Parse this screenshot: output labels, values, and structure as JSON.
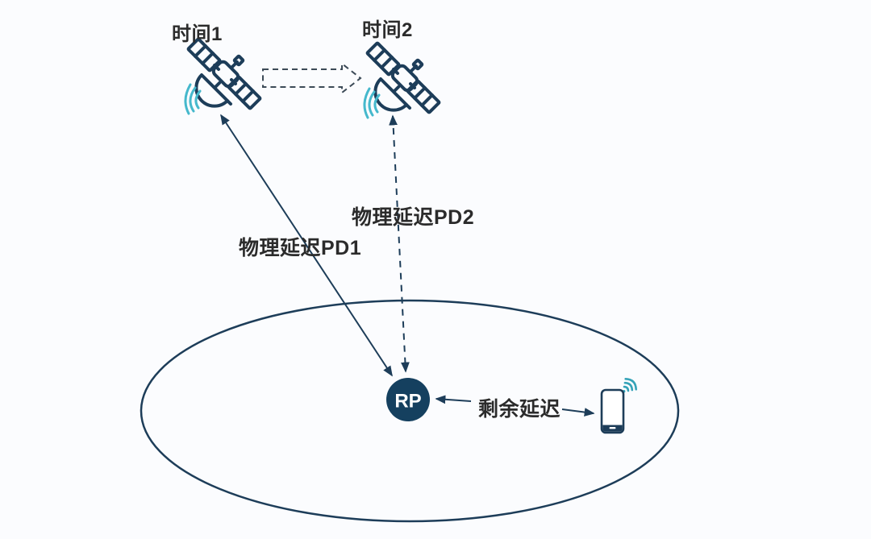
{
  "diagram": {
    "title_implied": "satellite-physical-delay-diagram",
    "colors": {
      "background": "#fbfcfe",
      "outline_navy": "#1d3d59",
      "signal_teal": "#45b8cc",
      "wifi_teal": "#35a3b8",
      "label_text": "#2b2b2b",
      "rp_fill": "#15405f",
      "rp_text": "#ffffff",
      "dashed_block_arrow": "#3c4a57"
    },
    "satellites": {
      "time1_label": "时间1",
      "time2_label": "时间2",
      "icon": "satellite-icon"
    },
    "movement": {
      "icon": "dashed-block-arrow-right-icon"
    },
    "links": {
      "pd1_label": "物理延迟PD1",
      "pd1_style": "solid-double-arrow",
      "pd2_label": "物理延迟PD2",
      "pd2_style": "dashed-double-arrow"
    },
    "rp_node": {
      "label": "RP"
    },
    "residual": {
      "label": "剩余延迟"
    },
    "device": {
      "icon": "smartphone-icon",
      "wifi_icon": "wifi-signal-icon"
    },
    "coverage": {
      "shape": "ellipse"
    }
  }
}
